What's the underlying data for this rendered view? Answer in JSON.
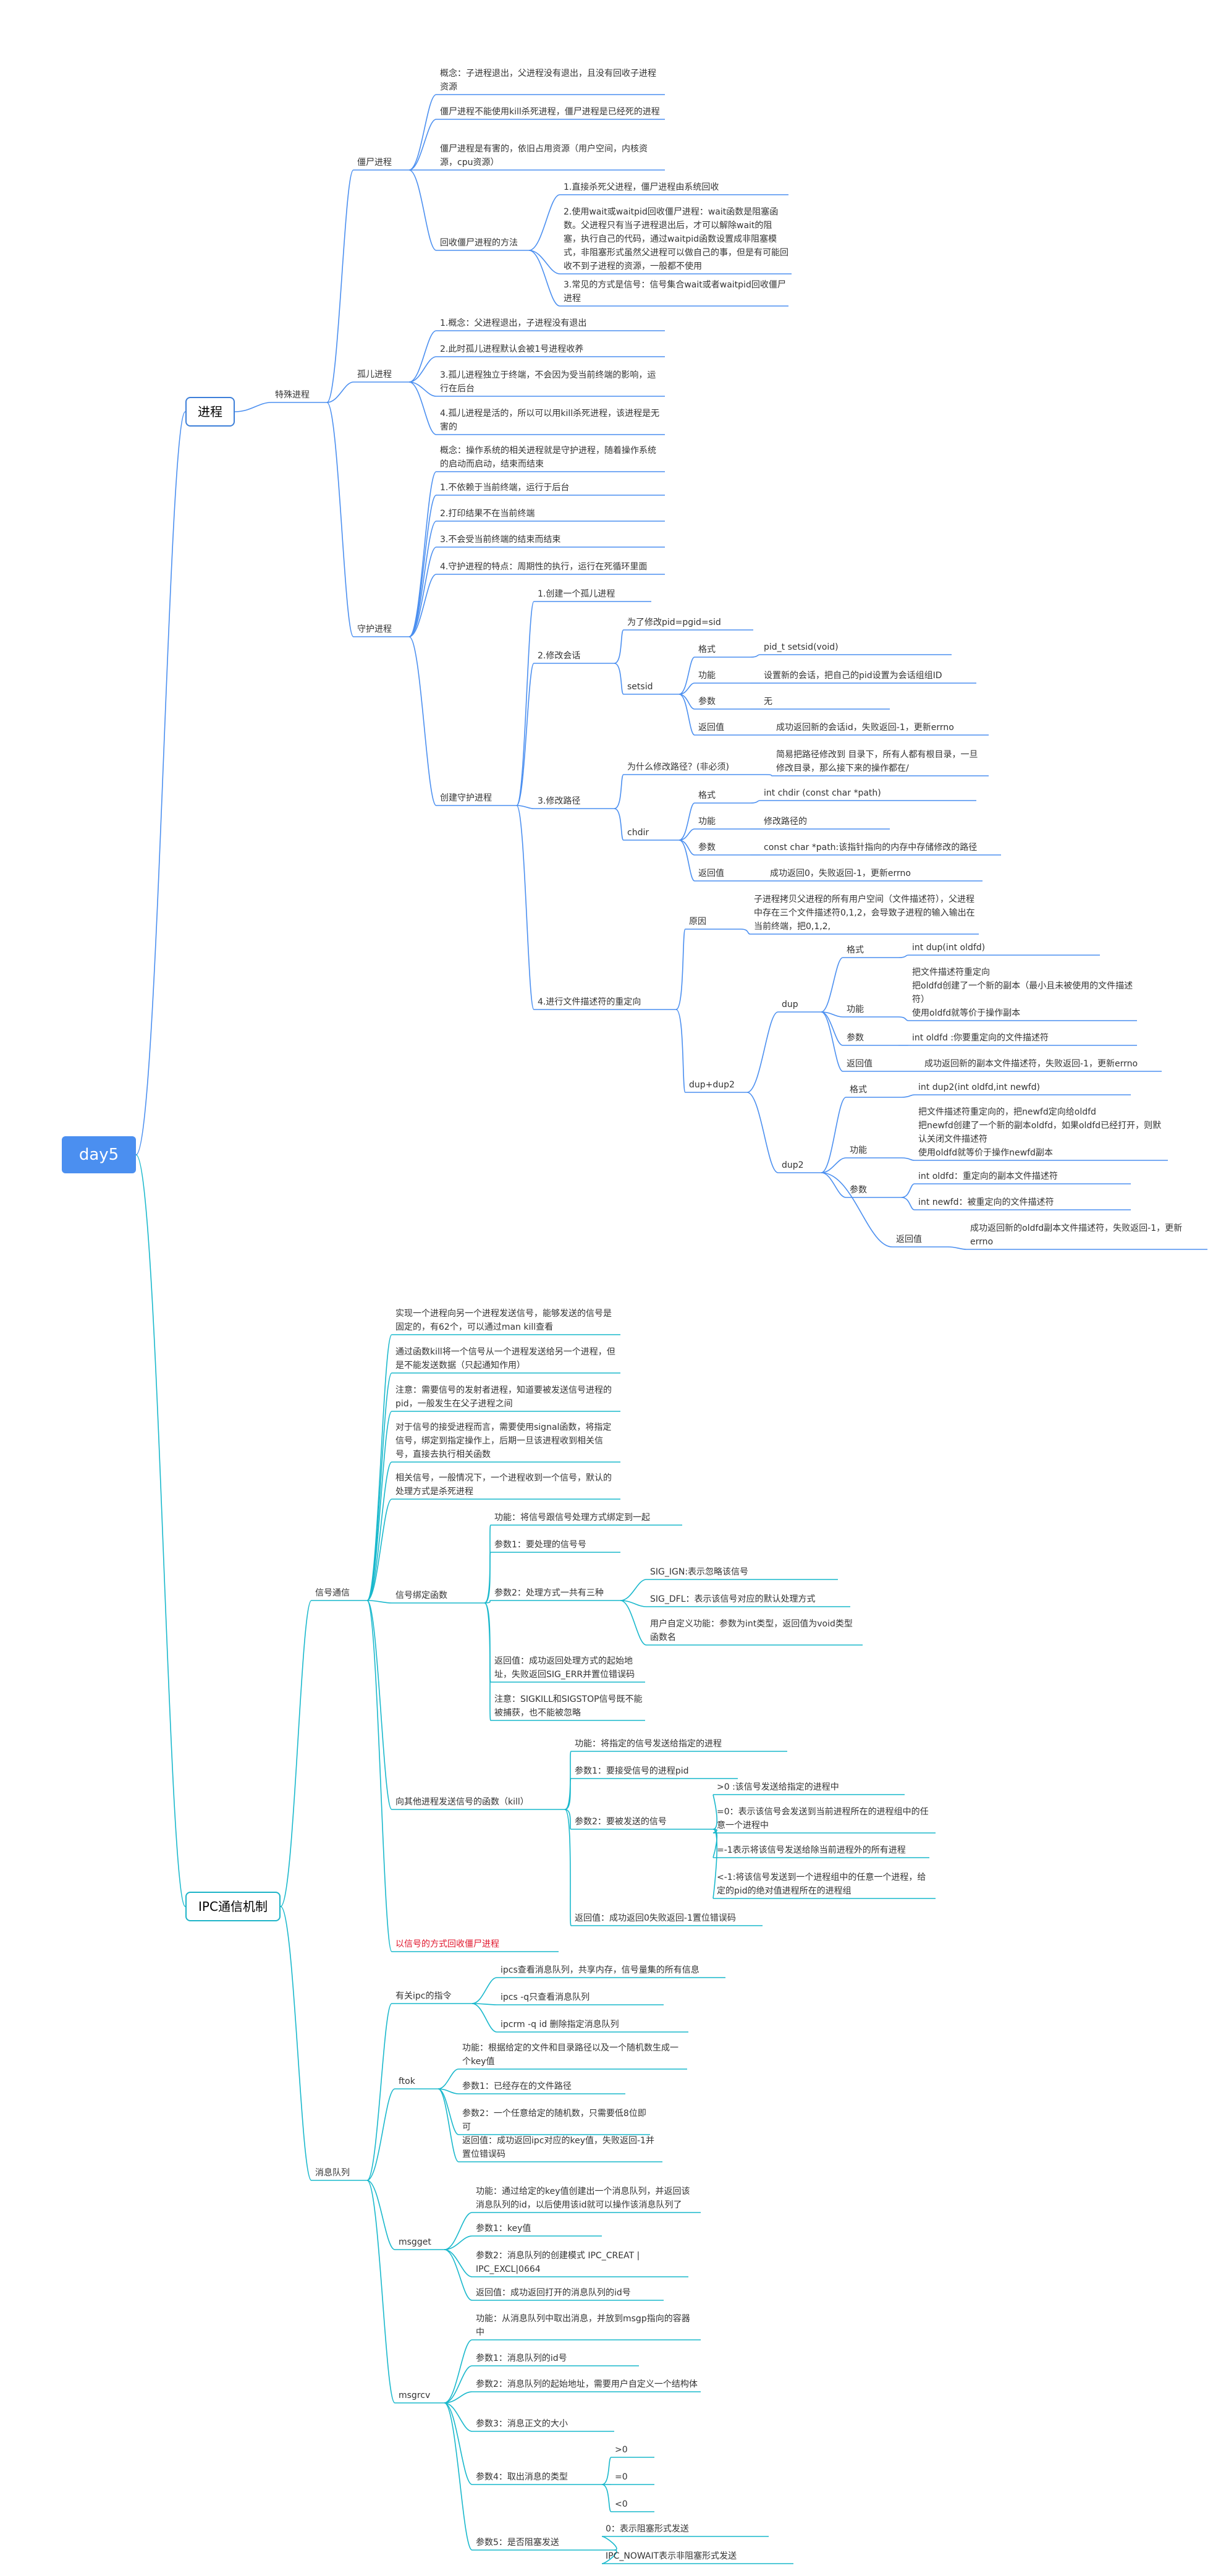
{
  "root": "day5",
  "main1": "进程",
  "main2": "IPC通信机制",
  "proc": {
    "special": "特殊进程",
    "zombie": {
      "label": "僵尸进程",
      "concept": "概念：子进程退出，父进程没有退出，且没有回收子进程资源",
      "nokill": "僵尸进程不能使用kill杀死进程，僵尸进程是已经死的进程",
      "harm": "僵尸进程是有害的，依旧占用资源（用户空间，内核资源，cpu资源）",
      "reclaim": {
        "label": "回收僵尸进程的方法",
        "m1": "1.直接杀死父进程，僵尸进程由系统回收",
        "m2": "2.使用wait或waitpid回收僵尸进程：wait函数是阻塞函数。父进程只有当子进程退出后，才可以解除wait的阻塞，执行自己的代码，通过waitpid函数设置成非阻塞模式，非阻塞形式虽然父进程可以做自己的事，但是有可能回收不到子进程的资源，一般都不使用",
        "m3": "3.常见的方式是信号：信号集合wait或者waitpid回收僵尸进程"
      }
    },
    "orphan": {
      "label": "孤儿进程",
      "c1": "1.概念：父进程退出，子进程没有退出",
      "c2": "2.此时孤儿进程默认会被1号进程收养",
      "c3": "3.孤儿进程独立于终端，不会因为受当前终端的影响，运行在后台",
      "c4": "4.孤儿进程是活的，所以可以用kill杀死进程，该进程是无害的"
    },
    "daemon": {
      "label": "守护进程",
      "concept": "概念：操作系统的相关进程就是守护进程，随着操作系统的启动而启动，结束而结束",
      "f1": "1.不依赖于当前终端，运行于后台",
      "f2": "2.打印结果不在当前终端",
      "f3": "3.不会受当前终端的结束而结束",
      "f4": "4.守护进程的特点：周期性的执行，运行在死循环里面",
      "create": {
        "label": "创建守护进程",
        "s1": "1.创建一个孤儿进程",
        "s2": {
          "label": "2.修改会话",
          "why": "为了修改pid=pgid=sid",
          "setsid": {
            "label": "setsid",
            "fmt": "格式",
            "fmt_v": "pid_t setsid(void)",
            "func": "功能",
            "func_v": "设置新的会话，把自己的pid设置为会话组组ID",
            "param": "参数",
            "param_v": "无",
            "ret": "返回值",
            "ret_v": "成功返回新的会话id，失败返回-1，更新errno"
          }
        },
        "s3": {
          "label": "3.修改路径",
          "why": "为什么修改路径？(非必须)",
          "why_v": "简易把路径修改到 目录下，所有人都有根目录，一旦修改目录，那么接下来的操作都在/",
          "chdir": {
            "label": "chdir",
            "fmt": "格式",
            "fmt_v": "int chdir (const char *path)",
            "func": "功能",
            "func_v": "修改路径的",
            "param": "参数",
            "param_v": "const char *path:该指针指向的内存中存储修改的路径",
            "ret": "返回值",
            "ret_v": "成功返回0，失败返回-1，更新errno"
          }
        },
        "s4": {
          "label": "4.进行文件描述符的重定向",
          "reason": "原因",
          "reason_v": "子进程拷贝父进程的所有用户空间（文件描述符），父进程中存在三个文件描述符0,1,2，会导致子进程的输入输出在当前终端，把0,1,2,",
          "dupdup2": "dup+dup2",
          "dup": {
            "label": "dup",
            "fmt": "格式",
            "fmt_v": "int dup(int oldfd)",
            "func": "功能",
            "func_v": "把文件描述符重定向\n把oldfd创建了一个新的副本（最小且未被使用的文件描述符）\n使用oldfd就等价于操作副本",
            "param": "参数",
            "param_v": "int oldfd :你要重定向的文件描述符",
            "ret": "返回值",
            "ret_v": "成功返回新的副本文件描述符，失败返回-1，更新errno"
          },
          "dup2": {
            "label": "dup2",
            "fmt": "格式",
            "fmt_v": "int dup2(int oldfd,int newfd)",
            "func": "功能",
            "func_v": "把文件描述符重定向的，把newfd定向给oldfd\n把newfd创建了一个新的副本oldfd，如果oldfd已经打开，则默认关闭文件描述符\n使用oldfd就等价于操作newfd副本",
            "param": "参数",
            "param_v1": "int oldfd：重定向的副本文件描述符",
            "param_v2": "int newfd：被重定向的文件描述符",
            "ret": "返回值",
            "ret_v": "成功返回新的oldfd副本文件描述符，失败返回-1，更新errno"
          }
        }
      }
    }
  },
  "ipc": {
    "signal": {
      "label": "信号通信",
      "i1": "实现一个进程向另一个进程发送信号，能够发送的信号是固定的，有62个，可以通过man kill查看",
      "i2": "通过函数kill将一个信号从一个进程发送给另一个进程，但是不能发送数据（只起通知作用）",
      "i3": "注意：需要信号的发射者进程，知道要被发送信号进程的pid，一般发生在父子进程之间",
      "i4": "对于信号的接受进程而言，需要使用signal函数，将指定信号，绑定到指定操作上，后期一旦该进程收到相关信号，直接去执行相关函数",
      "i5": "相关信号，一般情况下，一个进程收到一个信号，默认的处理方式是杀死进程",
      "bind": {
        "label": "信号绑定函数",
        "func": "功能：将信号跟信号处理方式绑定到一起",
        "p1": "参数1：要处理的信号号",
        "p2": "参数2：处理方式一共有三种",
        "p2_a": "SIG_IGN:表示忽略该信号",
        "p2_b": "SIG_DFL：表示该信号对应的默认处理方式",
        "p2_c": "用户自定义功能：参数为int类型，返回值为void类型函数名",
        "ret": "返回值：成功返回处理方式的起始地址，失败返回SIG_ERR并置位错误码",
        "note": "注意：SIGKILL和SIGSTOP信号既不能被捕获，也不能被忽略"
      },
      "kill": {
        "label": "向其他进程发送信号的函数（kill）",
        "func": "功能：将指定的信号发送给指定的进程",
        "p1": "参数1：要接受信号的进程pid",
        "p2": "参数2：要被发送的信号",
        "p2_a": ">0 :该信号发送给指定的进程中",
        "p2_b": "=0：表示该信号会发送到当前进程所在的进程组中的任意一个进程中",
        "p2_c": "=-1表示将该信号发送给除当前进程外的所有进程",
        "p2_d": "<-1:将该信号发送到一个进程组中的任意一个进程，给定的pid的绝对值进程所在的进程组",
        "ret": "返回值：成功返回0失败返回-1置位错误码"
      },
      "red": "以信号的方式回收僵尸进程"
    },
    "mq": {
      "label": "消息队列",
      "cmds": {
        "label": "有关ipc的指令",
        "c1": "ipcs查看消息队列，共享内存，信号量集的所有信息",
        "c2": "ipcs -q只查看消息队列",
        "c3": "ipcrm -q id 删除指定消息队列"
      },
      "ftok": {
        "label": "ftok",
        "func": "功能：根据给定的文件和目录路径以及一个随机数生成一个key值",
        "p1": "参数1：已经存在的文件路径",
        "p2": "参数2：一个任意给定的随机数，只需要低8位即可",
        "ret": "返回值：成功返回ipc对应的key值，失败返回-1并置位错误码"
      },
      "msgget": {
        "label": "msgget",
        "func": "功能：通过给定的key值创建出一个消息队列，并返回该消息队列的id，以后使用该id就可以操作该消息队列了",
        "p1": "参数1：key值",
        "p2": "参数2：消息队列的创建模式 IPC_CREAT | IPC_EXCL|0664",
        "ret": "返回值：成功返回打开的消息队列的id号"
      },
      "msgrcv": {
        "label": "msgrcv",
        "func": "功能：从消息队列中取出消息，并放到msgp指向的容器中",
        "p1": "参数1：消息队列的id号",
        "p2": "参数2：消息队列的起始地址，需要用户自定义一个结构体",
        "p3": "参数3：消息正文的大小",
        "p4": "参数4：取出消息的类型",
        "p4_a": ">0",
        "p4_b": "=0",
        "p4_c": "<0",
        "p5": "参数5：是否阻塞发送",
        "p5_a": "0：表示阻塞形式发送",
        "p5_b": "IPC_NOWAIT表示非阻塞形式发送"
      }
    }
  }
}
